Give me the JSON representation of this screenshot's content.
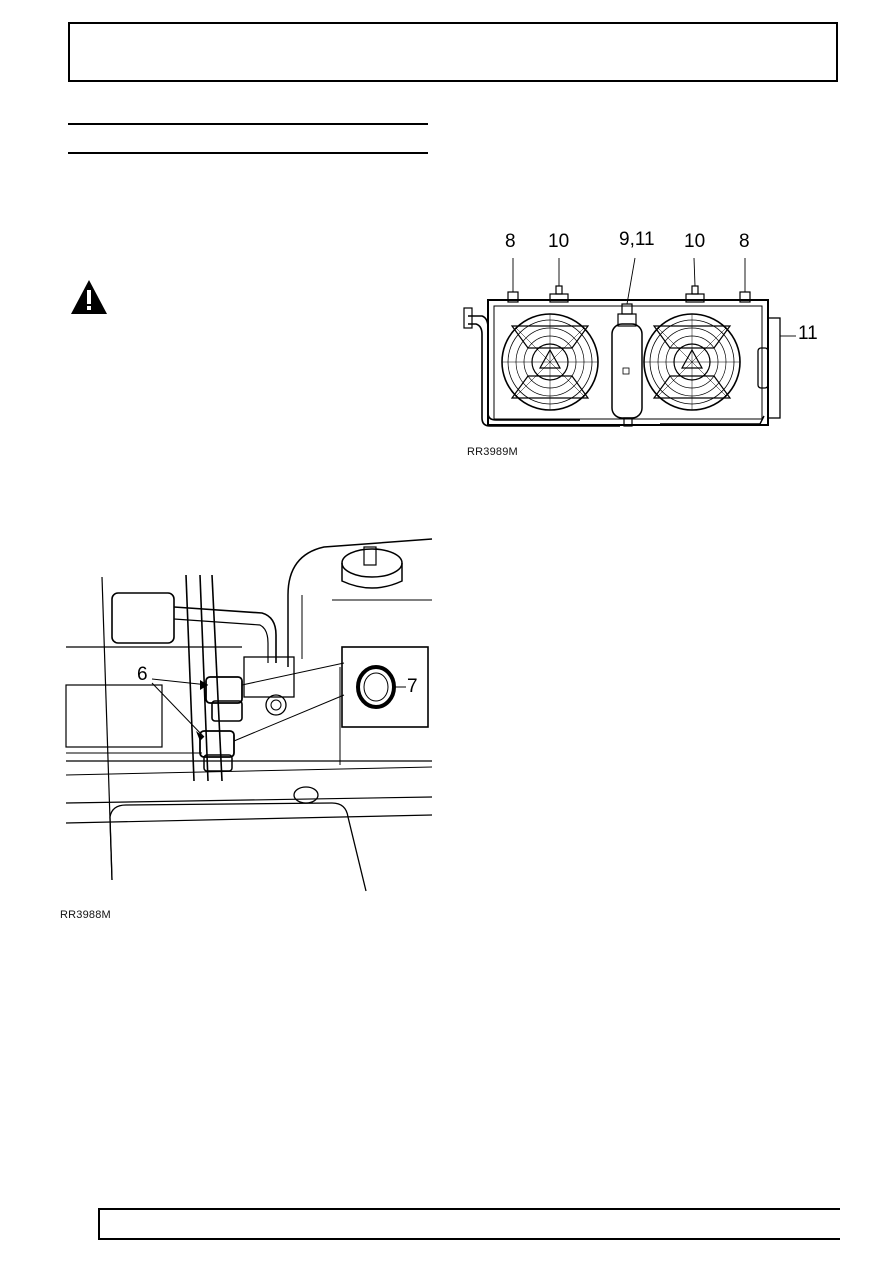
{
  "figure_left": {
    "caption": "RR3988M",
    "callouts": {
      "c6": "6",
      "c7": "7"
    }
  },
  "figure_right": {
    "caption": "RR3989M",
    "callouts": {
      "c8a": "8",
      "c10a": "10",
      "c911": "9,11",
      "c10b": "10",
      "c8b": "8",
      "c11": "11"
    }
  },
  "icons": {
    "warning": "warning-triangle-icon"
  }
}
